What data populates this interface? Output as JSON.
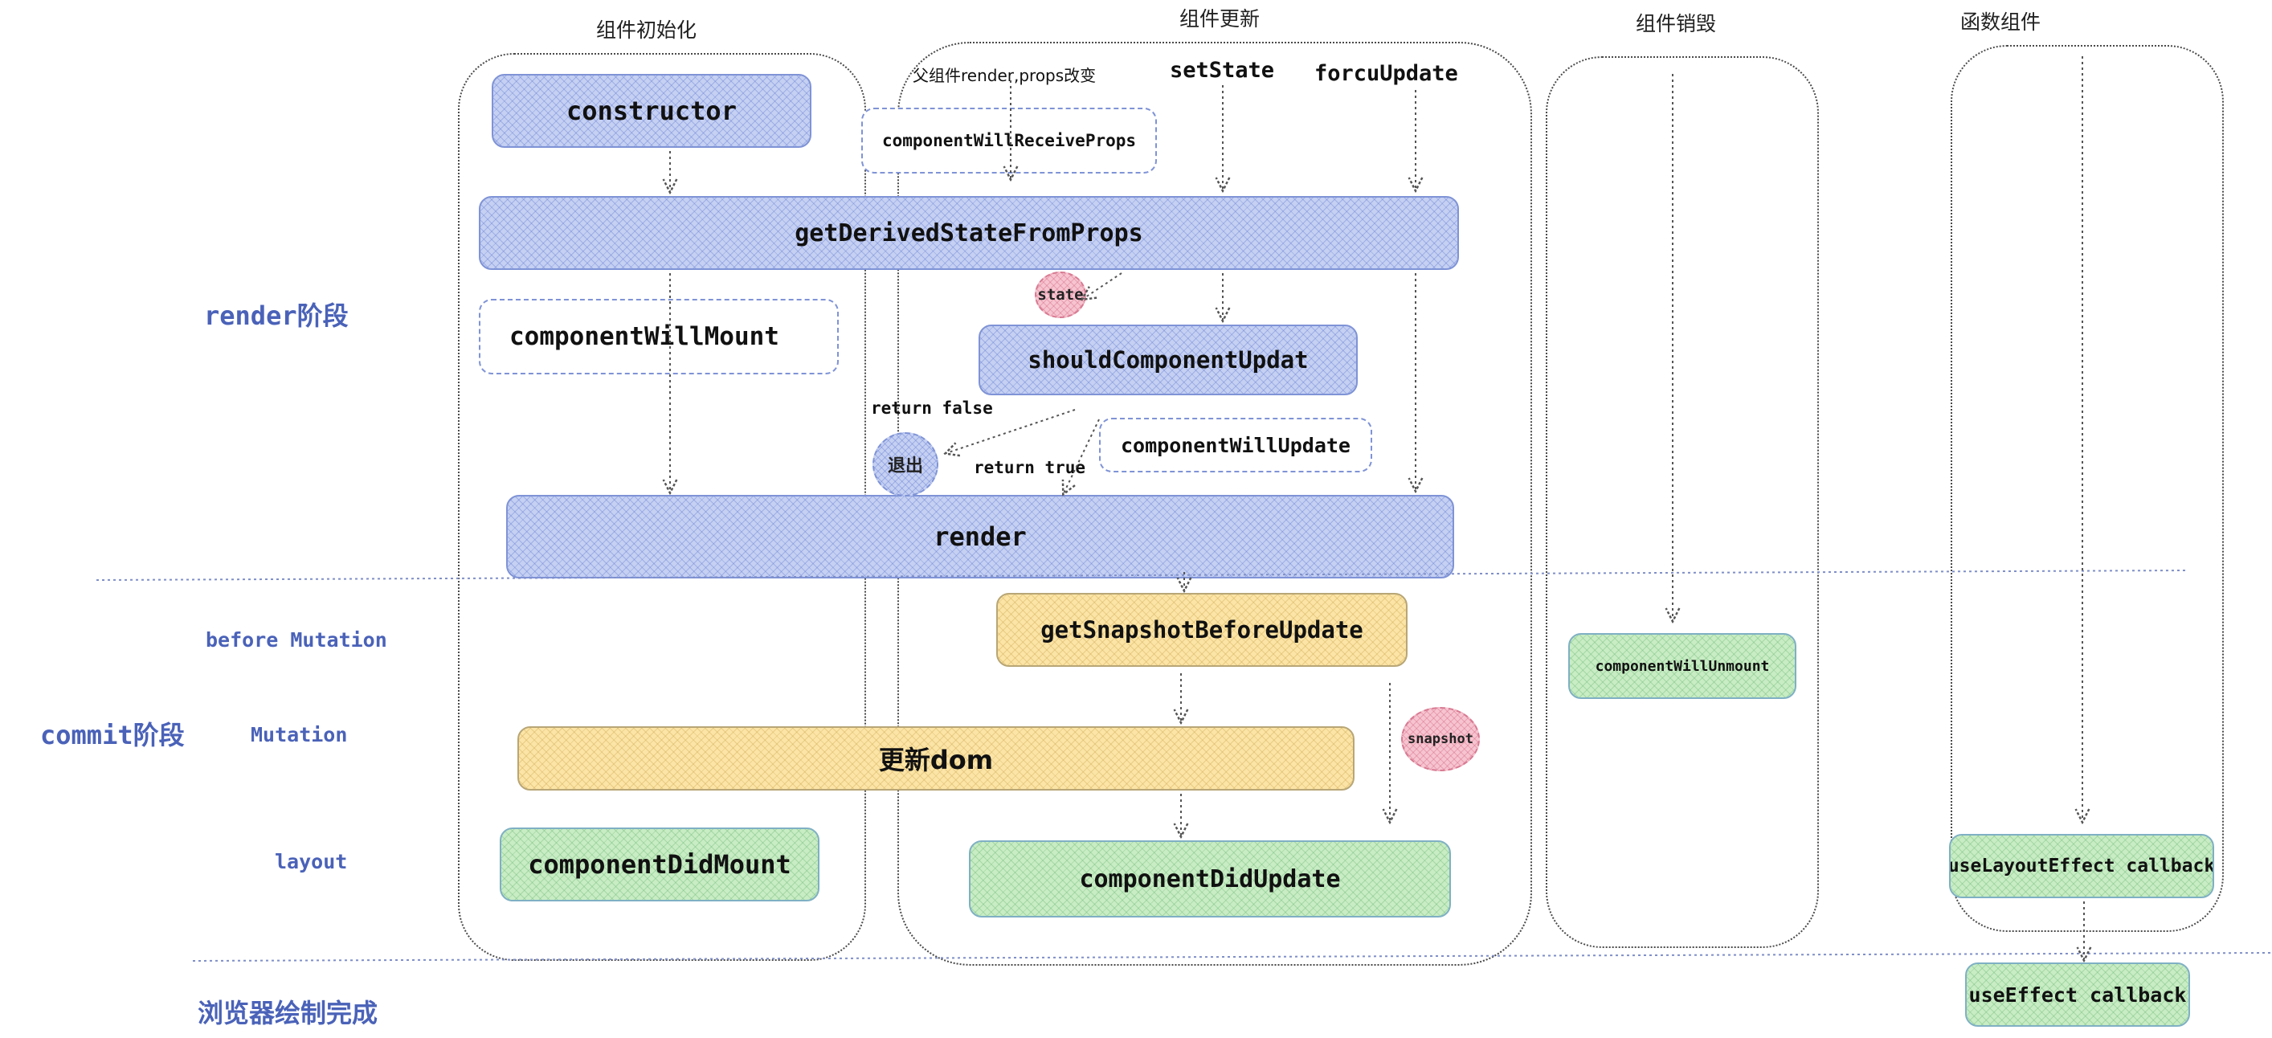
{
  "columns": {
    "init": "组件初始化",
    "update": "组件更新",
    "unmount": "组件销毁",
    "function": "函数组件"
  },
  "phases": {
    "render": "render阶段",
    "commit": "commit阶段",
    "before_mutation": "before Mutation",
    "mutation": "Mutation",
    "layout": "layout",
    "paint": "浏览器绘制完成"
  },
  "triggers": {
    "parent": "父组件render,props改变",
    "setstate": "setState",
    "forceupdate": "forcuUpdate"
  },
  "boxes": {
    "constructor": "constructor",
    "will_receive_props": "componentWillReceiveProps",
    "get_derived": "getDerivedStateFromProps",
    "will_mount": "componentWillMount",
    "should_update": "shouldComponentUpdat",
    "will_update": "componentWillUpdate",
    "render": "render",
    "snapshot": "getSnapshotBeforeUpdate",
    "update_dom": "更新dom",
    "did_mount": "componentDidMount",
    "did_update": "componentDidUpdate",
    "will_unmount": "componentWillUnmount",
    "layout_effect": "useLayoutEffect callback",
    "effect": "useEffect callback"
  },
  "circles": {
    "state": "state",
    "exit": "退出",
    "snapshot": "snapshot"
  },
  "branch_labels": {
    "return_false": "return false",
    "return_true": "return true"
  },
  "colors": {
    "phase_text": "#4a62b8",
    "blue_fill": "#c5d0f2",
    "yellow_fill": "#fbe4a6",
    "green_fill": "#c8ecc4",
    "pink_fill": "#f6c4d0"
  }
}
